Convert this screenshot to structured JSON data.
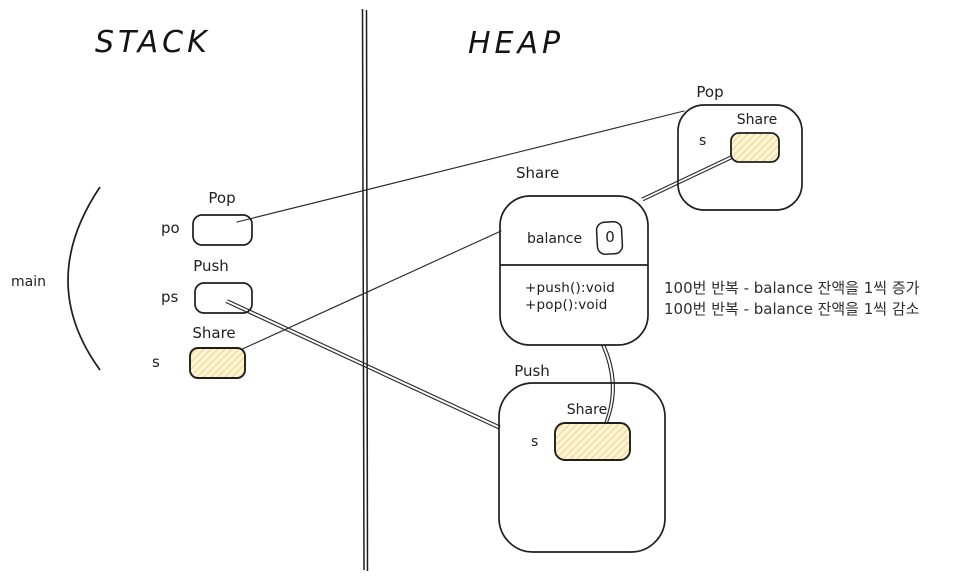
{
  "diagram": {
    "stack": {
      "title": "STACK",
      "frame_label": "main",
      "vars": [
        {
          "name": "po",
          "type_label": "Pop"
        },
        {
          "name": "ps",
          "type_label": "Push"
        },
        {
          "name": "s",
          "type_label": "Share"
        }
      ]
    },
    "heap": {
      "title": "HEAP",
      "pop_object": {
        "label": "Pop",
        "field_name": "s",
        "field_type": "Share"
      },
      "share_object": {
        "label": "Share",
        "field_name": "balance",
        "field_value": "0",
        "methods": [
          "+push():void",
          "+pop():void"
        ]
      },
      "push_object": {
        "label": "Push",
        "field_name": "s",
        "field_type": "Share"
      },
      "annotations": [
        "100번 반복 - balance 잔액을 1씩 증가",
        "100번 반복 - balance 잔액을 1씩 감소"
      ]
    },
    "colors": {
      "stroke": "#1e1e1e",
      "hatch_fill": "#fdf5d9",
      "hatch_line": "#f1dc92"
    }
  }
}
